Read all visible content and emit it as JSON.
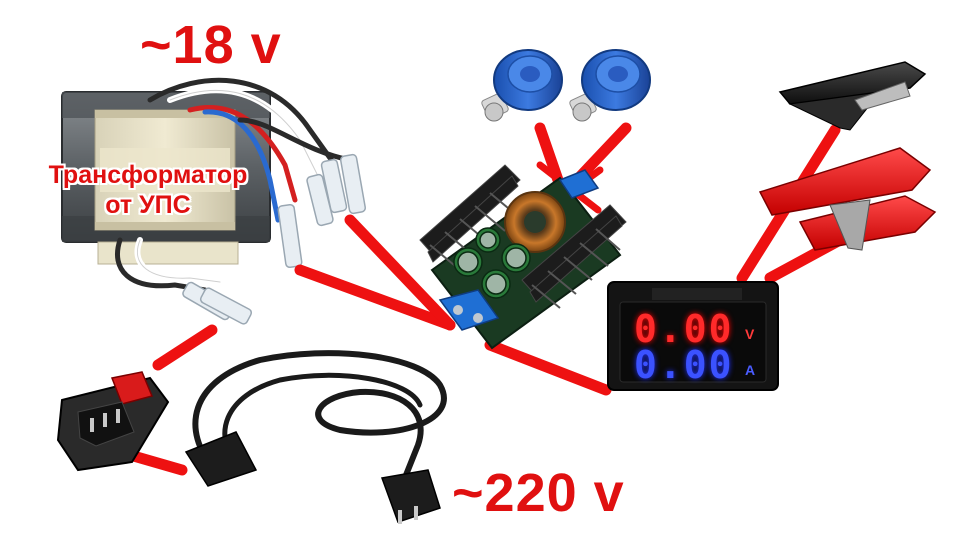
{
  "labels": {
    "transformer_voltage": "~18 v",
    "transformer_name_line1": "Трансформатор",
    "transformer_name_line2": "от УПС",
    "mains_voltage": "~220 v"
  },
  "meter": {
    "voltage_reading": "0.00",
    "voltage_unit": "V",
    "current_reading": "0.00",
    "current_unit": "A"
  },
  "colors": {
    "connection_lines": "#ee1111",
    "label_text": "#e01010",
    "voltage_digits": "#ff2a2a",
    "current_digits": "#3b52ff"
  }
}
